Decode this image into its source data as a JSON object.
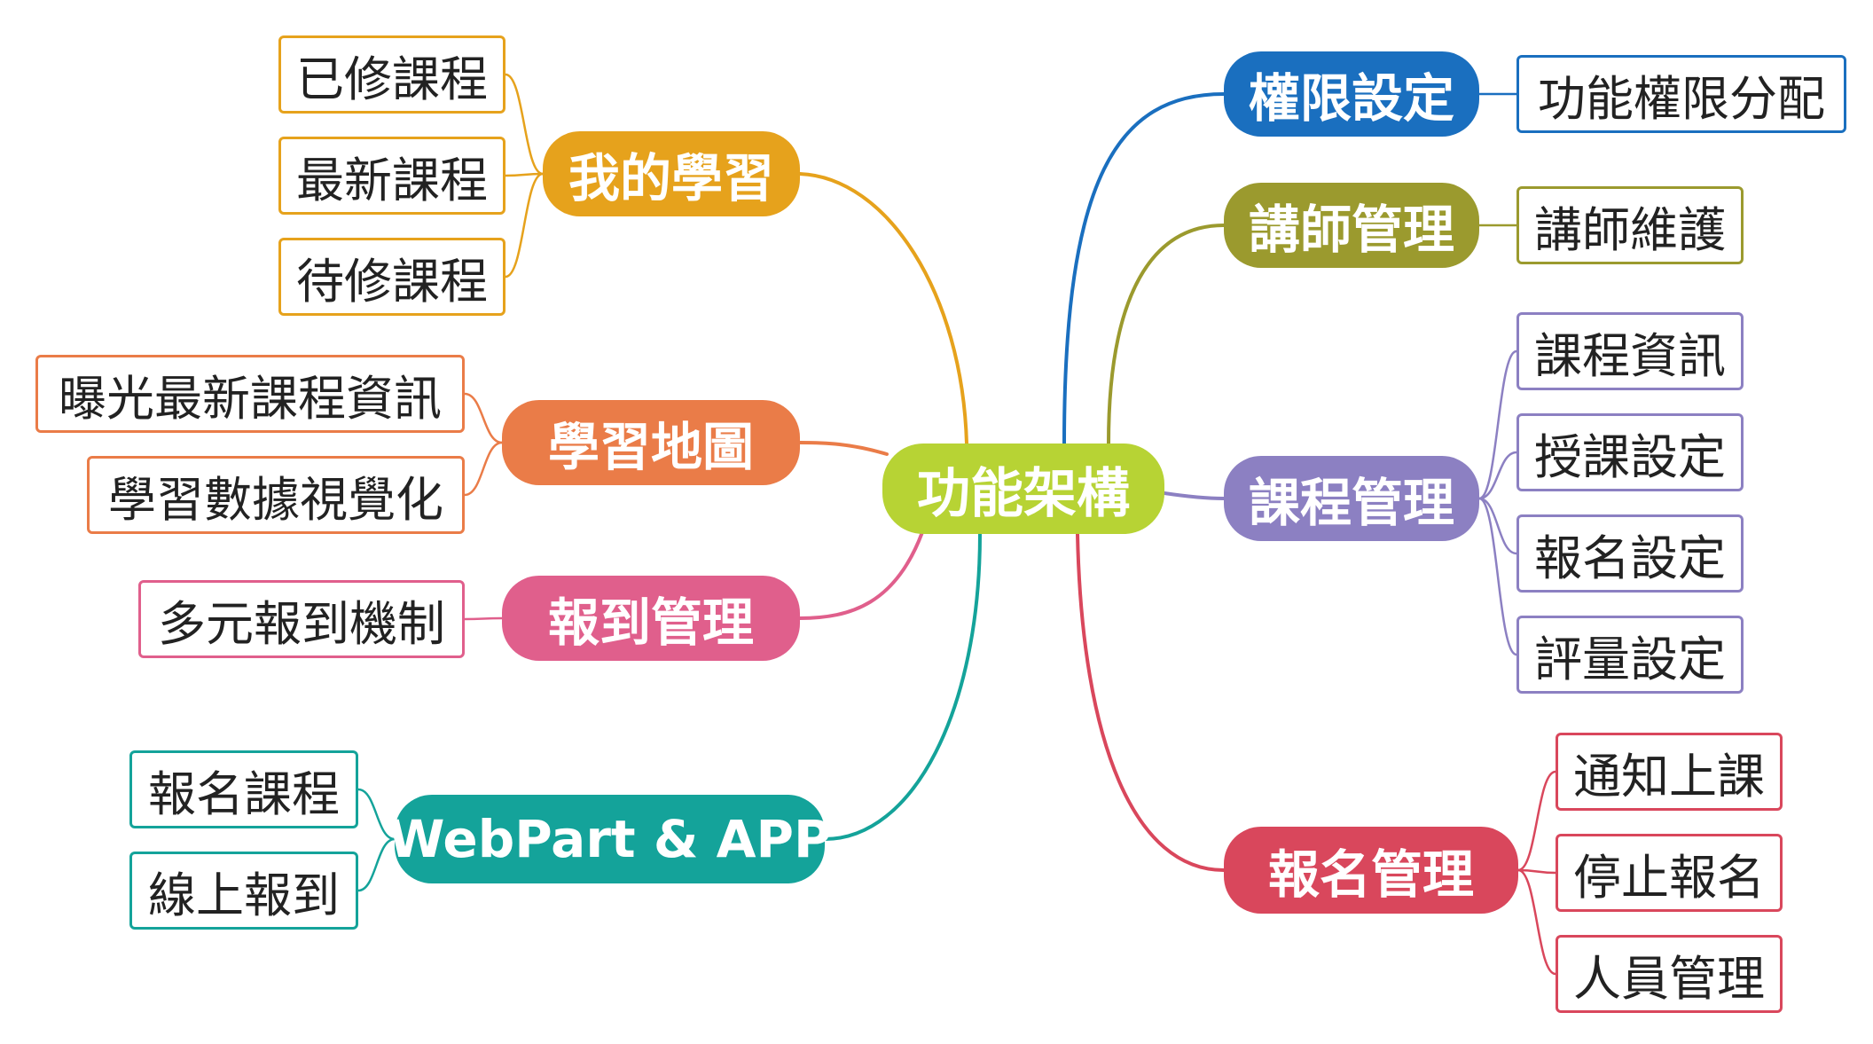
{
  "center": {
    "label": "功能架構",
    "color": "#b7d334"
  },
  "branches": [
    {
      "id": "my-learning",
      "label": "我的學習",
      "color": "#e6a21c",
      "leaves": [
        "已修課程",
        "最新課程",
        "待修課程"
      ]
    },
    {
      "id": "learning-map",
      "label": "學習地圖",
      "color": "#ea7c48",
      "leaves": [
        "曝光最新課程資訊",
        "學習數據視覺化"
      ]
    },
    {
      "id": "checkin-management",
      "label": "報到管理",
      "color": "#e05f8c",
      "leaves": [
        "多元報到機制"
      ]
    },
    {
      "id": "webpart-app",
      "label": "WebPart & APP",
      "color": "#14a39a",
      "leaves": [
        "報名課程",
        "線上報到"
      ]
    },
    {
      "id": "permission-settings",
      "label": "權限設定",
      "color": "#1a6fbf",
      "leaves": [
        "功能權限分配"
      ]
    },
    {
      "id": "instructor-management",
      "label": "講師管理",
      "color": "#9b9a2e",
      "leaves": [
        "講師維護"
      ]
    },
    {
      "id": "course-management",
      "label": "課程管理",
      "color": "#8c80c2",
      "leaves": [
        "課程資訊",
        "授課設定",
        "報名設定",
        "評量設定"
      ]
    },
    {
      "id": "registration-management",
      "label": "報名管理",
      "color": "#d9475c",
      "leaves": [
        "通知上課",
        "停止報名",
        "人員管理"
      ]
    }
  ]
}
